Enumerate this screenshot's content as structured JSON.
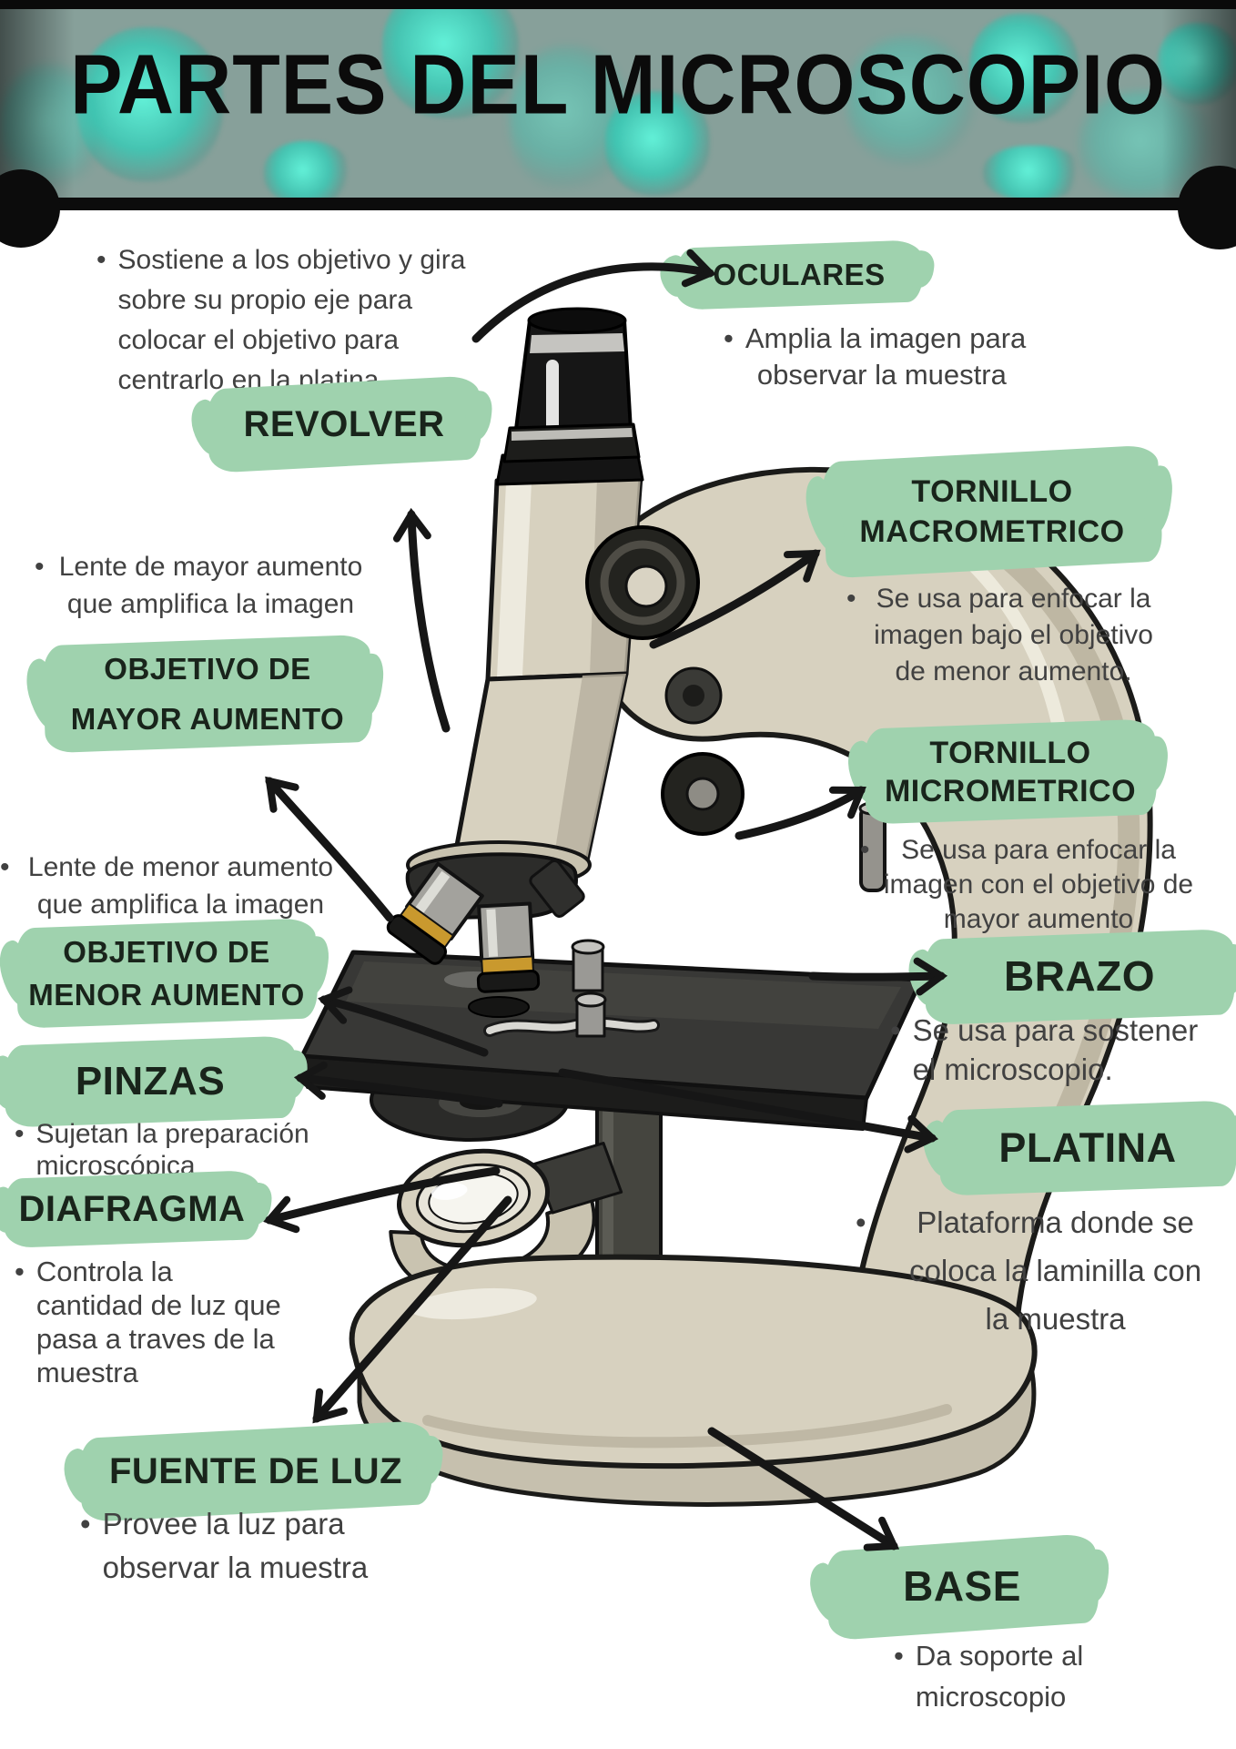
{
  "header": {
    "title": "PARTES DEL MICROSCOPIO"
  },
  "bullet": "•",
  "theme": {
    "highlight_green": "#9fd2ae",
    "label_text": "#19241b",
    "body_text": "#414141",
    "arrow_black": "#161616",
    "header_background": "#87a09a",
    "microbe_teal": "#2fdfc7",
    "microscope_cream": "#d7d1bf",
    "microscope_dark": "#23231f",
    "objective_gold": "#c9992e"
  },
  "parts": {
    "revolver": {
      "label": "REVOLVER",
      "desc_lines": [
        "Sostiene a los objetivo y gira",
        "sobre su propio eje para",
        "colocar el objetivo para",
        "centrarlo en la platina"
      ]
    },
    "oculares": {
      "label": "OCULARES",
      "desc_lines": [
        "Amplia la imagen para",
        "observar la muestra"
      ]
    },
    "tornillo_macrometrico": {
      "label_lines": [
        "TORNILLO",
        "MACROMETRICO"
      ],
      "desc_lines": [
        "Se usa para enfocar la",
        "imagen bajo el objetivo",
        "de menor aumento."
      ]
    },
    "tornillo_micrometrico": {
      "label_lines": [
        "TORNILLO",
        "MICROMETRICO"
      ],
      "desc_lines": [
        "Se usa para enfocar la",
        "imagen con el objetivo de",
        "mayor aumento"
      ]
    },
    "objetivo_mayor": {
      "label_lines": [
        "OBJETIVO DE",
        "MAYOR AUMENTO"
      ],
      "desc_lines": [
        "Lente de mayor aumento",
        "que amplifica la imagen"
      ]
    },
    "objetivo_menor": {
      "label_lines": [
        "OBJETIVO DE",
        "MENOR AUMENTO"
      ],
      "desc_lines": [
        "Lente de menor aumento",
        "que amplifica la imagen"
      ]
    },
    "brazo": {
      "label": "BRAZO",
      "desc_lines": [
        "Se usa para sostener",
        "el microscopio."
      ]
    },
    "pinzas": {
      "label": "PINZAS",
      "desc_lines": [
        "Sujetan la preparación",
        "microscópica"
      ]
    },
    "platina": {
      "label": "PLATINA",
      "desc_lines": [
        "Plataforma donde se",
        "coloca la laminilla con",
        "la muestra"
      ]
    },
    "diafragma": {
      "label": "DIAFRAGMA",
      "desc_lines": [
        "Controla la",
        "cantidad de luz que",
        "pasa a traves de la",
        "muestra"
      ]
    },
    "fuente_de_luz": {
      "label": "FUENTE DE LUZ",
      "desc_lines": [
        "Provee la luz para",
        "observar la muestra"
      ]
    },
    "base": {
      "label": "BASE",
      "desc_lines": [
        "Da soporte al",
        "microscopio"
      ]
    }
  }
}
